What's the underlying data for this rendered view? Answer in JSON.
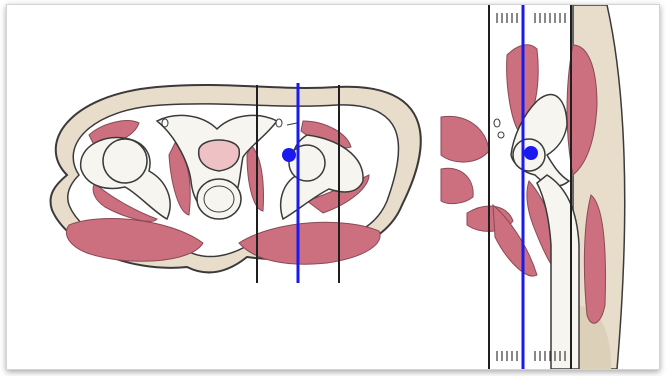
{
  "figure": {
    "panels": [
      {
        "id": "axial-section",
        "kind": "cross-section",
        "plane": "axial"
      },
      {
        "id": "sagittal-section",
        "kind": "cross-section",
        "plane": "sagittal"
      }
    ],
    "labels": [],
    "colors": {
      "background": "#ffffff",
      "tissue_outline": "#3a3a3a",
      "skin_band": "#e8dccb",
      "muscle": "#cc6f7e",
      "bone": "#f7f5ef",
      "bone_accent": "#eec2c4",
      "guide_line": "#1f1f1f",
      "marker": "#1a1af0"
    },
    "markers": [
      {
        "id": "axial-marker-point",
        "panel": "axial-section",
        "icon": "filled-dot"
      },
      {
        "id": "sagittal-marker-point",
        "panel": "sagittal-section",
        "icon": "filled-dot"
      }
    ],
    "guide_lines": {
      "axial-section": {
        "black_vertical_count": 2,
        "blue_vertical_count": 1
      },
      "sagittal-section": {
        "black_vertical_count": 2,
        "blue_vertical_count": 1
      }
    }
  }
}
